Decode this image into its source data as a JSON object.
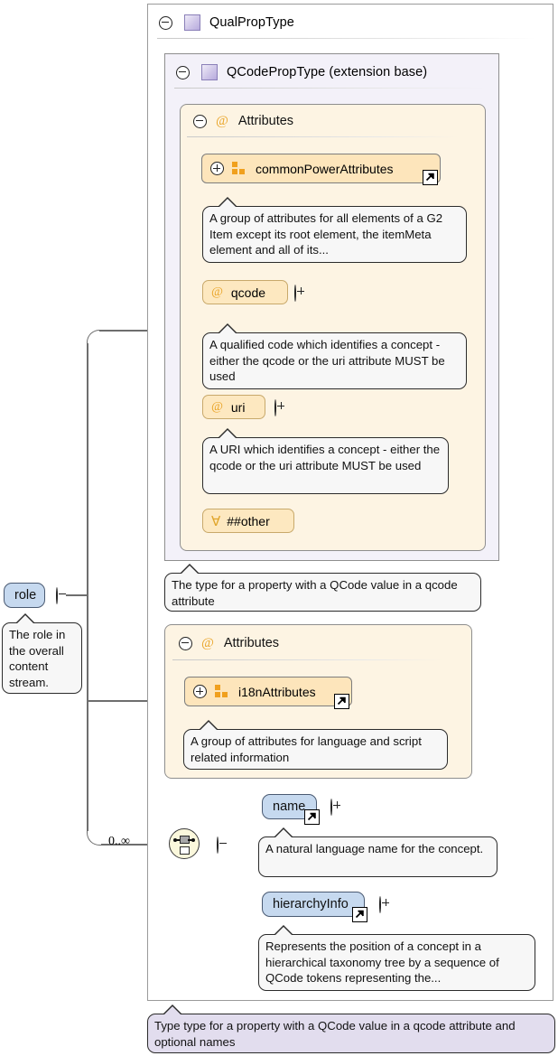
{
  "diagram": {
    "kind": "xsd-type-diagram",
    "root_type": {
      "label": "QualPropType"
    },
    "extension_base": {
      "label": "QCodePropType (extension base)"
    },
    "inner_attributes_panel": {
      "label": "Attributes",
      "at_glyph": "@"
    },
    "outer_attributes_panel": {
      "label": "Attributes",
      "at_glyph": "@"
    },
    "attribute_group_common": {
      "label": "commonPowerAttributes",
      "doc": "A group of attributes for all elements of a G2 Item except its root element, the itemMeta element and all of its..."
    },
    "attribute_qcode": {
      "at_glyph": "@",
      "label": "qcode",
      "doc": "A qualified code which identifies a concept - either the qcode or the uri attribute MUST be used"
    },
    "attribute_uri": {
      "at_glyph": "@",
      "label": "uri",
      "doc": "A URI which identifies a concept - either the qcode or the uri attribute MUST be used"
    },
    "any_attribute": {
      "glyph": "∀",
      "label": "##other"
    },
    "base_doc": "The type for a property with a QCode value in a qcode attribute",
    "attribute_group_i18n": {
      "label": "i18nAttributes",
      "doc": "A group of attributes for language and script related information"
    },
    "role_element": {
      "label": "role",
      "doc": "The role in the overall content stream."
    },
    "occurs_label": "0..∞",
    "element_name": {
      "label": "name",
      "doc": "A natural language name for the concept."
    },
    "element_hierarchy_info": {
      "label": "hierarchyInfo",
      "doc": "Represents the position of a concept in a hierarchical taxonomy tree by a sequence of QCode tokens representing the..."
    },
    "footer_doc": "Type type for a property with a QCode value in a qcode attribute and optional names",
    "colors": {
      "element_fill": "#c6d9ef",
      "attribute_fill": "#fde8c0",
      "attributes_panel_fill": "#fdf4e3",
      "type_panel_fill": "#f3f1f9",
      "footer_bubble_fill": "#e2ddee",
      "group_icon": "#f0a01e",
      "at_glyph": "#e9a427",
      "connector": "#6e6e6e"
    }
  }
}
